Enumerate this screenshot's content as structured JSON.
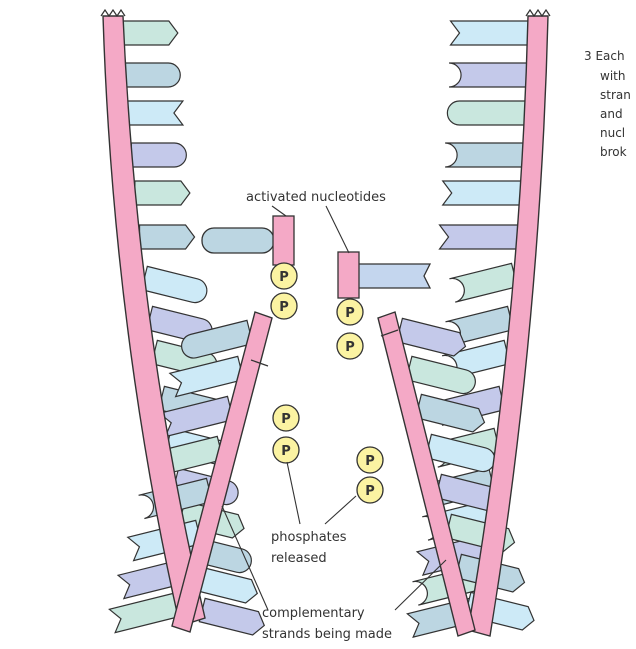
{
  "labels": {
    "activated": "activated nucleotides",
    "phosphates_1": "phosphates",
    "phosphates_2": "released",
    "complementary_1": "complementary",
    "complementary_2": "strands being made"
  },
  "side_text": [
    "3  Each",
    "with",
    "stran",
    "and",
    "nucl",
    "brok"
  ],
  "phosphate_symbol": "P",
  "colors": {
    "backbone": "#f4a9c6",
    "outline": "#333333",
    "teal": "#c9e7de",
    "blue": "#bcd6e2",
    "lightblue": "#cdeaf7",
    "lavender": "#c4c9ea",
    "phosphate": "#fbf3a2"
  }
}
